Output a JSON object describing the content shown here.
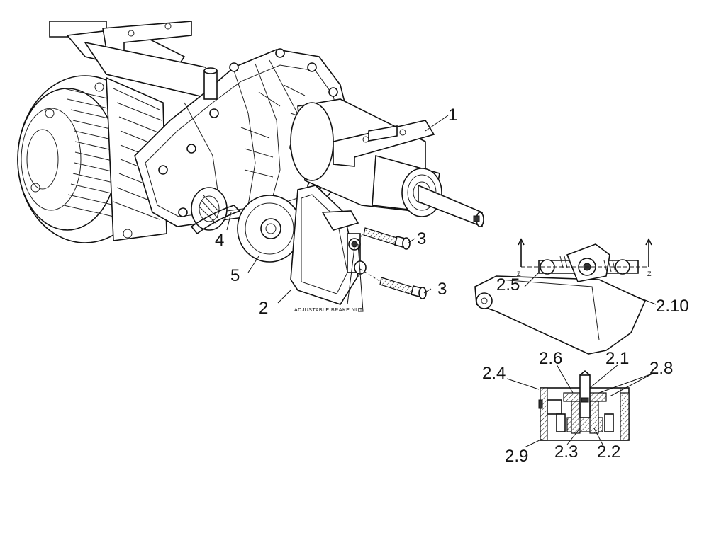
{
  "callouts": {
    "c1": "1",
    "c2": "2",
    "c3a": "3",
    "c3b": "3",
    "c4": "4",
    "c5": "5",
    "c2_1": "2.1",
    "c2_2": "2.2",
    "c2_3": "2.3",
    "c2_4": "2.4",
    "c2_5": "2.5",
    "c2_6": "2.6",
    "c2_8": "2.8",
    "c2_9": "2.9",
    "c2_10": "2.10"
  },
  "notes": {
    "adjustable_brake_nut": "ADJUSTABLE BRAKE NUT"
  },
  "section_marks": {
    "z_left": "Z",
    "z_right": "Z"
  }
}
